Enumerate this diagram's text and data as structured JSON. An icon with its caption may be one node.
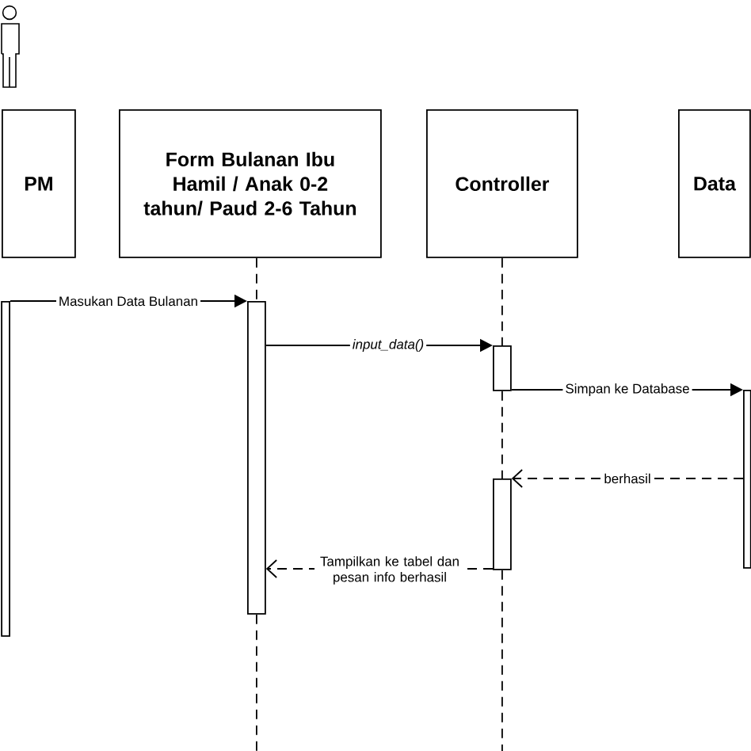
{
  "diagram": {
    "nodes": [
      {
        "text": [
          "PM"
        ]
      },
      {
        "text": [
          "Form Bulanan Ibu Hamil / Anak 0-2 tahun/ Paud 2-6 Tahun"
        ]
      },
      {
        "text": [
          "Controller"
        ]
      },
      {
        "text": [
          "Data"
        ]
      },
      {
        "text": [],
        "shape": "bar"
      },
      {
        "text": [],
        "shape": "bar"
      },
      {
        "text": [],
        "shape": "bar"
      },
      {
        "text": [],
        "shape": "bar"
      },
      {
        "text": [],
        "shape": "bar"
      }
    ],
    "edges": [
      {
        "from": 4,
        "to": 5,
        "arrow": "to",
        "label": "Masukan Data Bulanan"
      },
      {
        "from": 5,
        "to": 6,
        "arrow": "to",
        "label": "input_data()"
      },
      {
        "from": 6,
        "to": 7,
        "arrow": "to",
        "label": "Simpan ke Database"
      },
      {
        "from": 7,
        "to": 8,
        "arrow": "to",
        "label": "berhasil",
        "style": "dashed"
      },
      {
        "from": 8,
        "to": 5,
        "arrow": "to",
        "label": "Tampilkan ke tabel dan pesan info berhasil",
        "style": "dashed"
      },
      {
        "from": 1,
        "to": 5,
        "arrow": "none",
        "style": "dashed"
      },
      {
        "from": 2,
        "to": 6,
        "arrow": "none",
        "style": "dashed"
      },
      {
        "from": 6,
        "to": 8,
        "arrow": "none",
        "style": "dashed"
      },
      {
        "from": 5,
        "to": null,
        "arrow": "none",
        "style": "dashed"
      },
      {
        "from": 8,
        "to": null,
        "arrow": "none",
        "style": "dashed"
      }
    ]
  }
}
